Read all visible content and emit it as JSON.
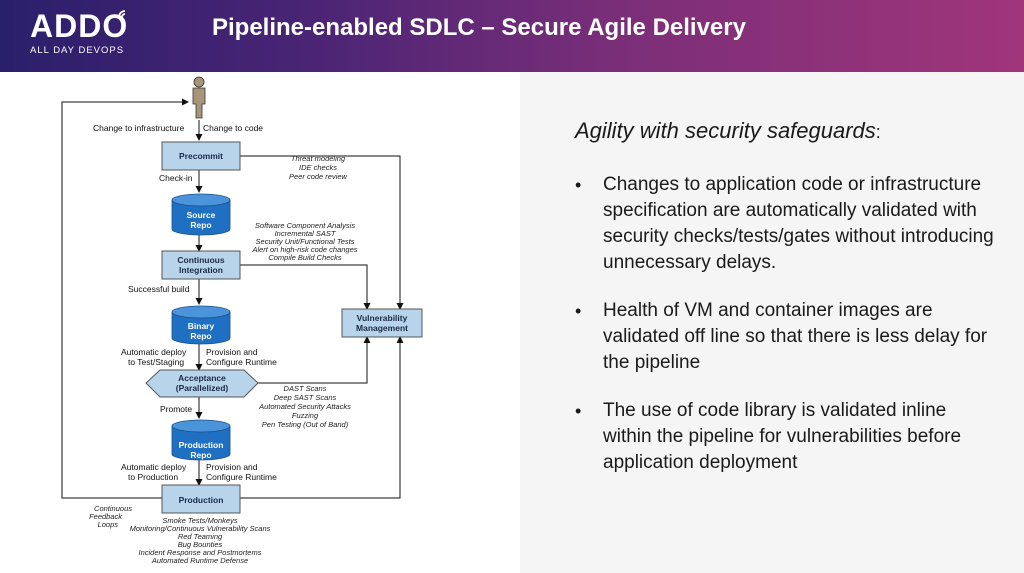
{
  "header": {
    "brand_name": "ADDO",
    "brand_sub": "ALL DAY DEVOPS",
    "title": "Pipeline-enabled SDLC – Secure Agile Delivery"
  },
  "diagram": {
    "edge_labels": {
      "change_infra": "Change to infrastructure",
      "change_code": "Change to code",
      "checkin": "Check-in",
      "successful_build": "Successful build",
      "auto_deploy_test_1": "Automatic deploy",
      "auto_deploy_test_2": "to Test/Staging",
      "provision_1": "Provision and",
      "provision_2": "Configure Runtime",
      "promote": "Promote",
      "auto_deploy_prod_1": "Automatic deploy",
      "auto_deploy_prod_2": "to Production",
      "provision_prod_1": "Provision and",
      "provision_prod_2": "Configure Runtime"
    },
    "nodes": {
      "precommit": "Precommit",
      "source_repo_1": "Source",
      "source_repo_2": "Repo",
      "ci_1": "Continuous",
      "ci_2": "Integration",
      "binary_repo_1": "Binary",
      "binary_repo_2": "Repo",
      "acceptance_1": "Acceptance",
      "acceptance_2": "(Parallelized)",
      "production_repo_1": "Production",
      "production_repo_2": "Repo",
      "production": "Production",
      "vuln_1": "Vulnerability",
      "vuln_2": "Management"
    },
    "precommit_checks": [
      "Threat modeling",
      "IDE checks",
      "Peer code review"
    ],
    "ci_checks": [
      "Software Component Analysis",
      "Incremental SAST",
      "Security Unit/Functional Tests",
      "Alert on high-risk code changes",
      "Compile Build Checks"
    ],
    "acceptance_checks": [
      "DAST Scans",
      "Deep SAST Scans",
      "Automated Security Attacks",
      "Fuzzing",
      "Pen Testing (Out of Band)"
    ],
    "feedback": [
      "Continuous",
      "Feedback",
      "Loops"
    ],
    "production_checks": [
      "Smoke Tests/Monkeys",
      "Monitoring/Continuous Vulnerability Scans",
      "Red Teaming",
      "Bug Bounties",
      "Incident Response and Postmortems",
      "Automated Runtime Defense"
    ]
  },
  "right": {
    "heading": "Agility with security safeguards",
    "heading_colon": ":",
    "bullets": [
      "Changes to application code or infrastructure specification are automatically validated with security checks/tests/gates without introducing unnecessary delays.",
      "Health of VM and container images are validated off line so that there is less delay for the pipeline",
      "The use of code library is validated inline within the pipeline for vulnerabilities before application deployment"
    ]
  },
  "colors": {
    "box_fill": "#b8d4ea",
    "cylinder_fill": "#1f6fc2",
    "line": "#111111"
  }
}
